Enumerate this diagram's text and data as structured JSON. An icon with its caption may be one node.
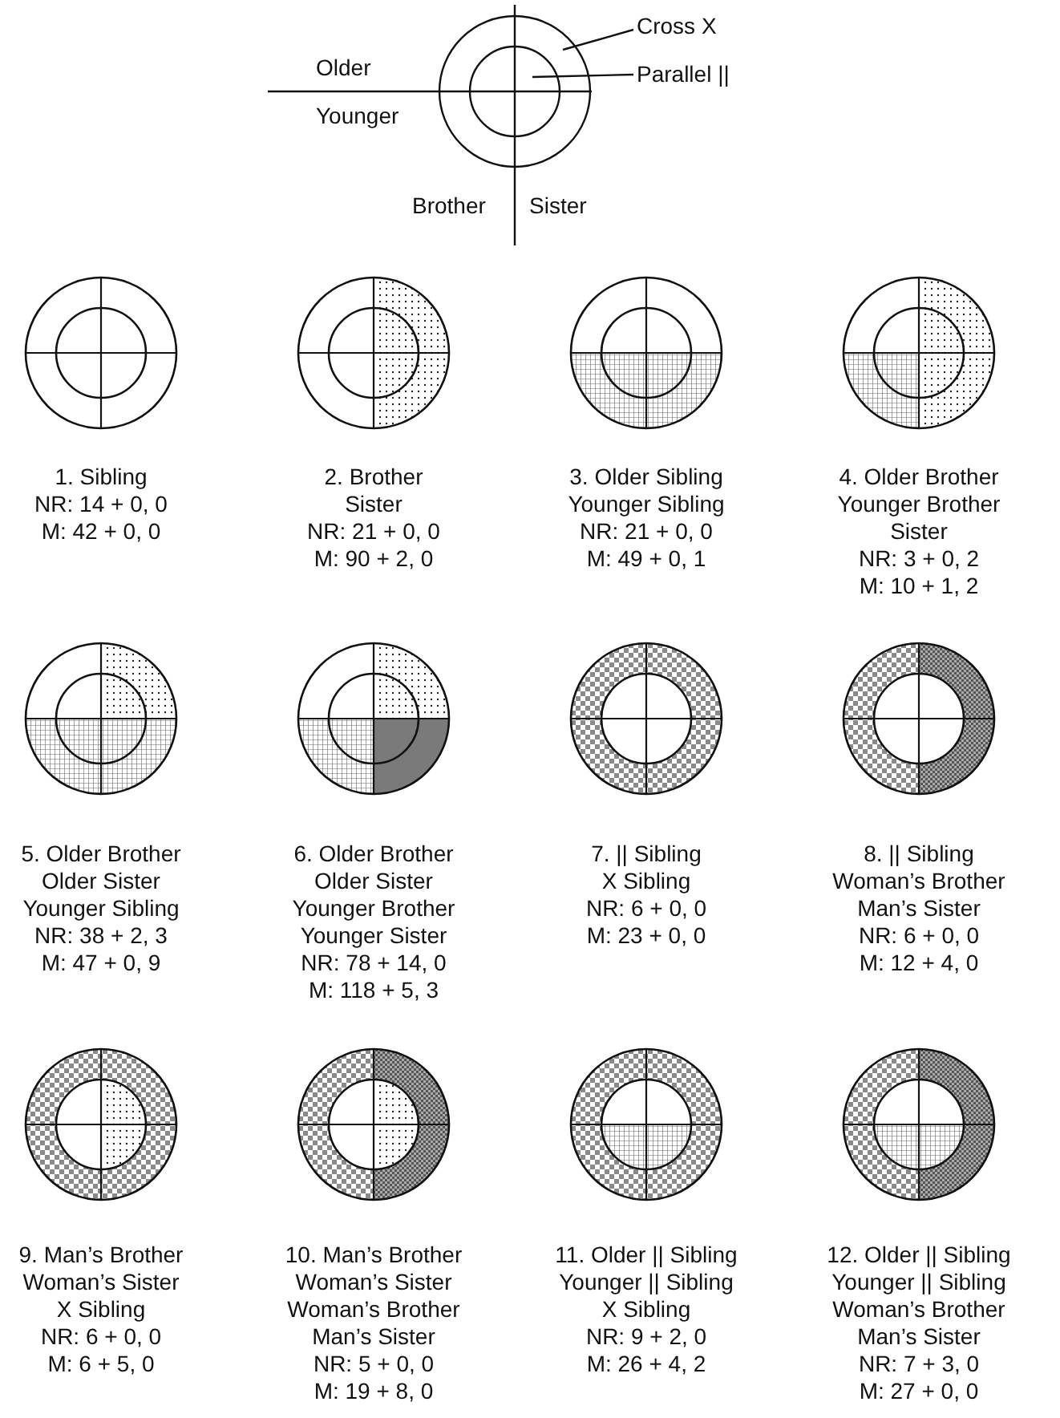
{
  "diagram": {
    "nodes": [
      {
        "text": [],
        "shape": "circle"
      },
      {
        "text": [],
        "shape": "circle",
        "in": 0
      },
      {
        "text": [
          "Cross X"
        ]
      },
      {
        "text": [
          "Parallel ||"
        ]
      }
    ],
    "edges": [
      {
        "from": 2,
        "to": 0,
        "arrow": "none"
      },
      {
        "from": 3,
        "to": 1,
        "arrow": "none"
      }
    ],
    "labels": [
      "Older",
      "Younger",
      "Brother",
      "Sister",
      "1. Sibling",
      "NR: 14 + 0, 0",
      "M: 42 + 0, 0",
      "2. Brother",
      "Sister",
      "NR: 21 + 0, 0",
      "M: 90 + 2, 0",
      "3. Older Sibling",
      "Younger Sibling",
      "NR: 21 + 0, 0",
      "M: 49 + 0, 1",
      "4. Older Brother",
      "Younger Brother",
      "Sister",
      "NR: 3 + 0, 2",
      "M: 10 + 1, 2",
      "5. Older Brother",
      "Older Sister",
      "Younger Sibling",
      "NR: 38 + 2, 3",
      "M: 47 + 0, 9",
      "6. Older Brother",
      "Older Sister",
      "Younger Brother",
      "Younger Sister",
      "NR: 78 + 14, 0",
      "M: 118 + 5, 3",
      "7. || Sibling",
      "X Sibling",
      "NR: 6 + 0, 0",
      "M: 23 + 0, 0",
      "8. || Sibling",
      "Woman’s Brother",
      "Man’s Sister",
      "NR: 6 + 0, 0",
      "M: 12 + 4, 0",
      "9. Man’s Brother",
      "Woman’s Sister",
      "X Sibling",
      "NR: 6 + 0, 0",
      "M: 6 + 5, 0",
      "10. Man’s Brother",
      "Woman’s Sister",
      "Woman’s Brother",
      "Man’s Sister",
      "NR: 5 + 0, 0",
      "M: 19 + 8, 0",
      "11. Older || Sibling",
      "Younger || Sibling",
      "X Sibling",
      "NR: 9 + 2, 0",
      "M: 26 + 4, 2",
      "12. Older || Sibling",
      "Younger || Sibling",
      "Woman’s Brother",
      "Man’s Sister",
      "NR: 7 + 3, 0",
      "M: 27 + 0, 0"
    ]
  }
}
